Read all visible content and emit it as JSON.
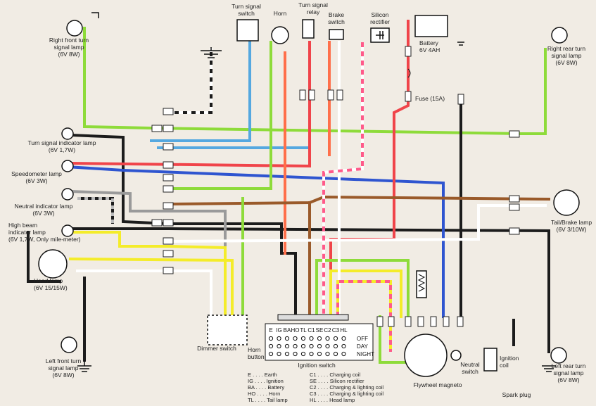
{
  "labels": {
    "right_front_turn": [
      "Right front turn",
      "signal lamp",
      "(6V 8W)"
    ],
    "turn_indicator": [
      "Turn signal indicator lamp",
      "(6V 1,7W)"
    ],
    "speedometer": [
      "Speedometer lamp",
      "(6V 3W)"
    ],
    "neutral_indicator": [
      "Neutral indicator lamp",
      "(6V 3W)"
    ],
    "high_beam": [
      "High beam",
      "indicator lamp",
      "(6V 1,7W, Only mile-meter)"
    ],
    "head_lamp": [
      "Head lamp",
      "(6V 15/15W)"
    ],
    "left_front_turn": [
      "Left front turn",
      "signal lamp",
      "(6V 8W)"
    ],
    "turn_signal_switch": [
      "Turn signal",
      "switch"
    ],
    "horn": [
      "Horn"
    ],
    "turn_signal_relay": [
      "Turn signal",
      "relay"
    ],
    "brake_switch": [
      "Brake",
      "switch"
    ],
    "silicon_rectifier": [
      "Silicon",
      "rectifier"
    ],
    "battery": [
      "Battery",
      "6V 4AH"
    ],
    "fuse": [
      "Fuse (15A)"
    ],
    "right_rear_turn": [
      "Right rear turn",
      "signal lamp",
      "(6V 8W)"
    ],
    "tail_brake": [
      "Tail/Brake lamp",
      "(6V 3/10W)"
    ],
    "dimmer_switch": [
      "Dimmer switch"
    ],
    "horn_button": [
      "Horn",
      "button"
    ],
    "ignition_switch": [
      "Ignition switch"
    ],
    "flywheel_magneto": [
      "Flywheel magneto"
    ],
    "neutral_switch": [
      "Neutral",
      "switch"
    ],
    "ignition_coil": [
      "Ignition",
      "coil"
    ],
    "spark_plug": [
      "Spark plug"
    ],
    "left_rear_turn": [
      "Left rear turn",
      "signal lamp",
      "(6V 8W)"
    ]
  },
  "ignition_table": {
    "headers": [
      "E",
      "IG",
      "BA",
      "HO",
      "TL",
      "C1",
      "SE",
      "C2",
      "C3",
      "HL"
    ],
    "rows": [
      "OFF",
      "DAY",
      "NIGHT"
    ]
  },
  "legend_left": [
    "E . . . . Earth",
    "IG . . . . Ignition",
    "BA . . . . Battery",
    "HO . . . . Horn",
    "TL . . . . Tail lamp"
  ],
  "legend_right": [
    "C1 . . . . Charging coil",
    "SE . . . . Silicon rectifier",
    "C2 . . . . Charging & lighting coil",
    "C3 . . . . Charging & lighting coil",
    "HL . . . . Head lamp"
  ],
  "colors": {
    "green": "#8edb3a",
    "black": "#1c1c1c",
    "blue": "#2f55d0",
    "red": "#f0444a",
    "lightblue": "#55a8e0",
    "salmon": "#ff6f4a",
    "brown": "#9a5a2a",
    "yellow": "#f4ec2a",
    "gray": "#9a9a9a",
    "white": "#ffffff",
    "pink": "#ff4b7a",
    "stripe": "#ff5a8a"
  }
}
